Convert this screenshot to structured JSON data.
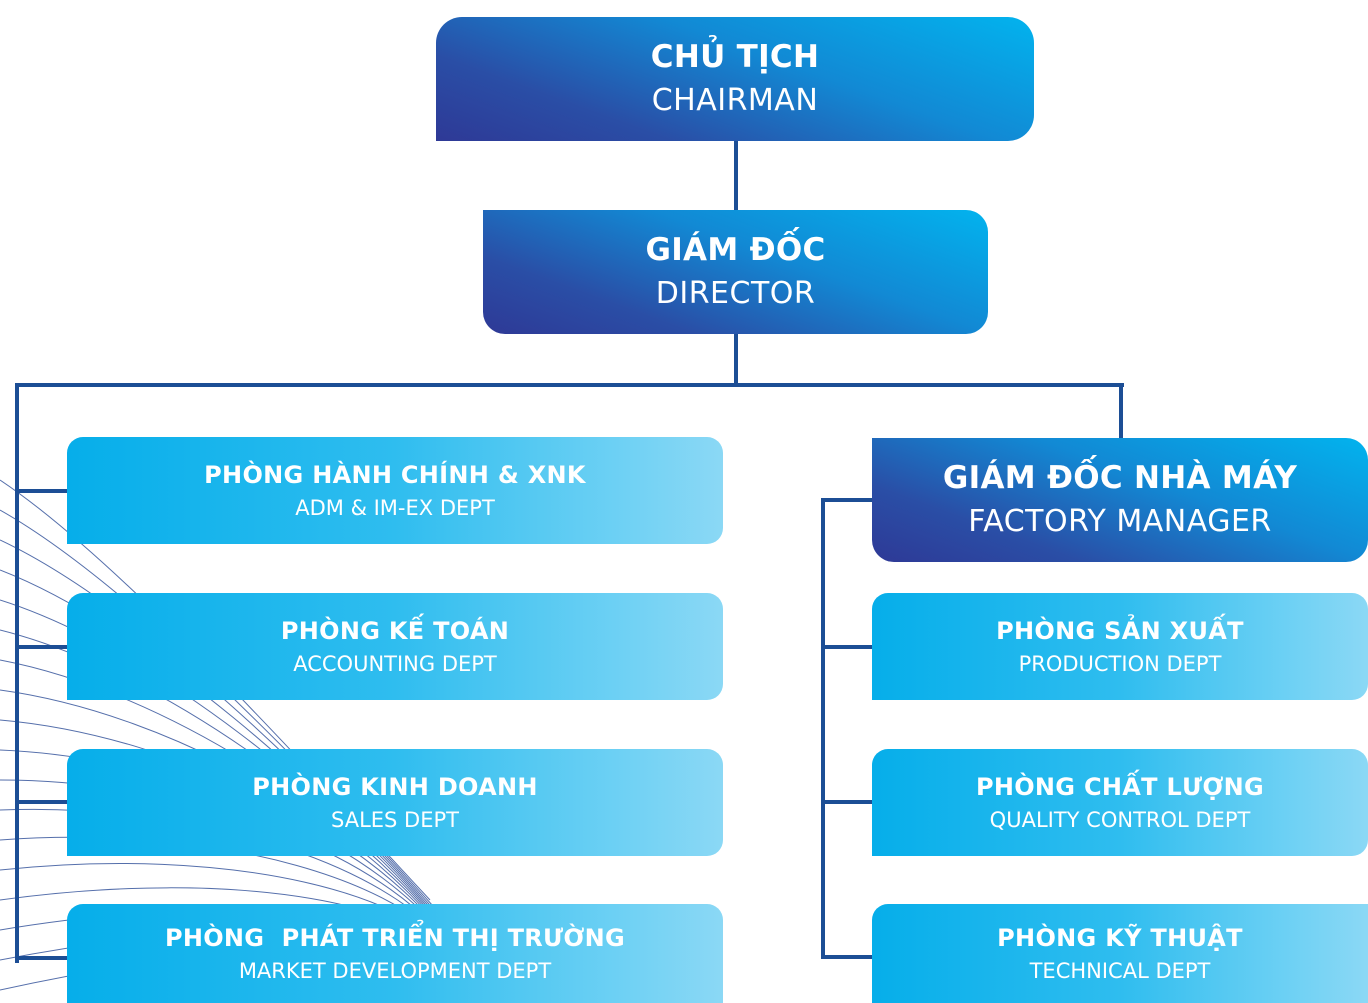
{
  "colors": {
    "connector": "#1c4e95",
    "exec_dark": "#2e3996",
    "exec_light": "#02b3ee",
    "dept_start": "#06aeea",
    "dept_end": "#8bd8f5",
    "deco_lines": "#1c3f8f"
  },
  "chairman": {
    "vi": "CHỦ TỊCH",
    "en": "CHAIRMAN"
  },
  "director": {
    "vi": "GIÁM ĐỐC",
    "en": "DIRECTOR"
  },
  "factory_manager": {
    "vi": "GIÁM ĐỐC NHÀ MÁY",
    "en": "FACTORY MANAGER"
  },
  "left_depts": [
    {
      "vi": "PHÒNG HÀNH CHÍNH & XNK",
      "en": "ADM & IM-EX DEPT"
    },
    {
      "vi": "PHÒNG KẾ TOÁN",
      "en": "ACCOUNTING DEPT"
    },
    {
      "vi": "PHÒNG KINH DOANH",
      "en": "SALES DEPT"
    },
    {
      "vi": "PHÒNG  PHÁT TRIỂN THỊ TRƯỜNG",
      "en": "MARKET DEVELOPMENT DEPT"
    }
  ],
  "right_depts": [
    {
      "vi": "PHÒNG SẢN XUẤT",
      "en": "PRODUCTION DEPT"
    },
    {
      "vi": "PHÒNG CHẤT LƯỢNG",
      "en": "QUALITY CONTROL DEPT"
    },
    {
      "vi": "PHÒNG KỸ THUẬT",
      "en": "TECHNICAL DEPT"
    }
  ]
}
